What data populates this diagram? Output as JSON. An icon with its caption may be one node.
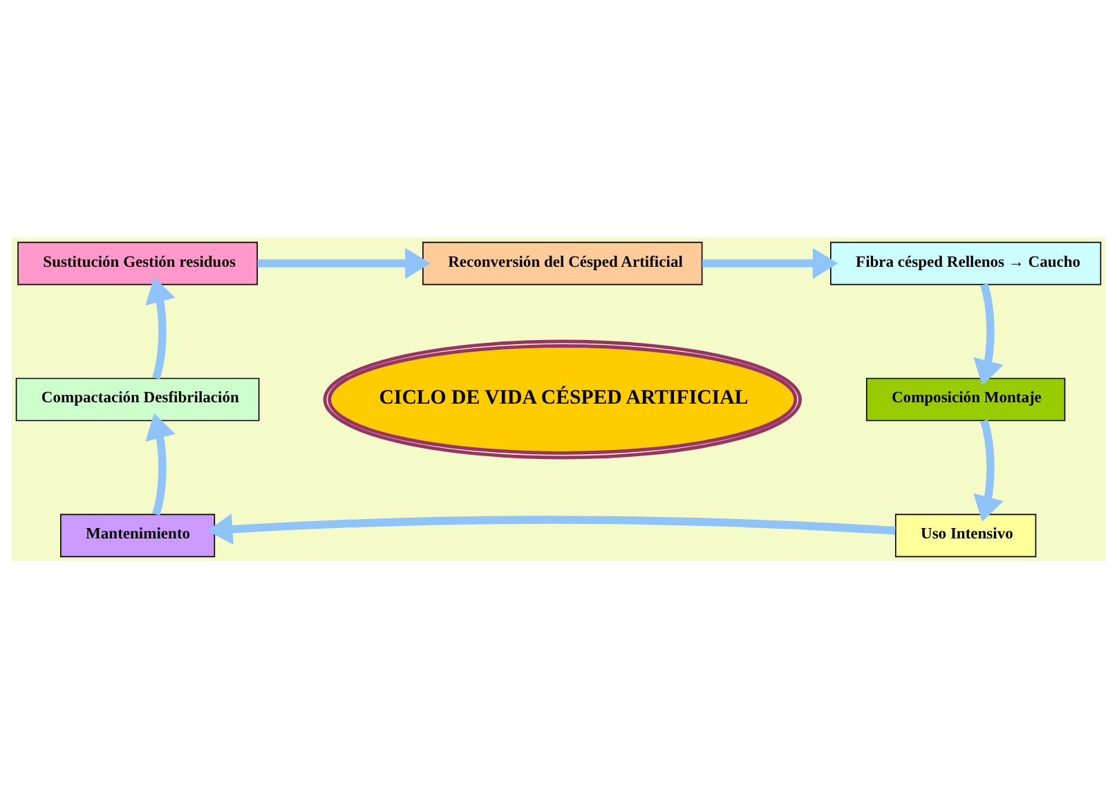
{
  "diagram": {
    "nodes": [
      {
        "text": [
          "Reconversión del Césped Artificial"
        ]
      },
      {
        "text": [
          "Fibra césped Rellenos → Caucho"
        ]
      },
      {
        "text": [
          "Composición Montaje"
        ]
      },
      {
        "text": [
          "Uso Intensivo"
        ]
      },
      {
        "text": [
          "Mantenimiento"
        ]
      },
      {
        "text": [
          "Compactación Desfibrilación"
        ]
      },
      {
        "text": [
          "Sustitución Gestión residuos"
        ]
      },
      {
        "text": [
          "CICLO DE VIDA CÉSPED ARTIFICIAL"
        ]
      }
    ],
    "edges": [
      {
        "from": 0,
        "to": 1,
        "arrow": "to"
      },
      {
        "from": 1,
        "to": 2,
        "arrow": "to"
      },
      {
        "from": 2,
        "to": 3,
        "arrow": "to"
      },
      {
        "from": 3,
        "to": 4,
        "arrow": "to"
      },
      {
        "from": 4,
        "to": 5,
        "arrow": "to"
      },
      {
        "from": 5,
        "to": 6,
        "arrow": "to"
      },
      {
        "from": 6,
        "to": 0,
        "arrow": "to"
      }
    ]
  }
}
